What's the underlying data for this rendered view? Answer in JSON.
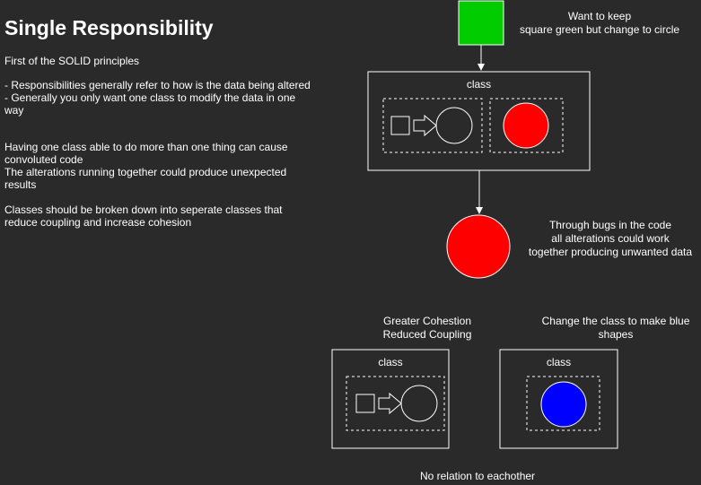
{
  "title": "Single Responsibility",
  "paragraphs": {
    "p1": "First of the SOLID principles",
    "p2_line1": "- Responsibilities generally refer to how is the data being altered",
    "p2_line2": "- Generally you only want one class to modify the data in one way",
    "p3_line1": "Having one class able to do more than one thing can cause convoluted code",
    "p3_line2": "The alterations running together could produce unexpected results",
    "p4": "Classes should be broken down into seperate classes that reduce coupling and increase cohesion"
  },
  "diagram": {
    "top_note_line1": "Want to keep",
    "top_note_line2": "square green but change to circle",
    "class_label_main": "class",
    "bugs_note_line1": "Through bugs in the code",
    "bugs_note_line2": "all alterations could work",
    "bugs_note_line3": "together producing unwanted data",
    "left_note_line1": "Greater Cohestion",
    "left_note_line2": "Reduced Coupling",
    "right_note_line1": "Change the class to make blue",
    "right_note_line2": "shapes",
    "class_label_left": "class",
    "class_label_right": "class",
    "bottom_note": "No relation to eachother"
  },
  "colors": {
    "background": "#2a2a2a",
    "green": "#00cc00",
    "red": "#ff0000",
    "blue": "#0000ff",
    "line": "#ffffff"
  }
}
